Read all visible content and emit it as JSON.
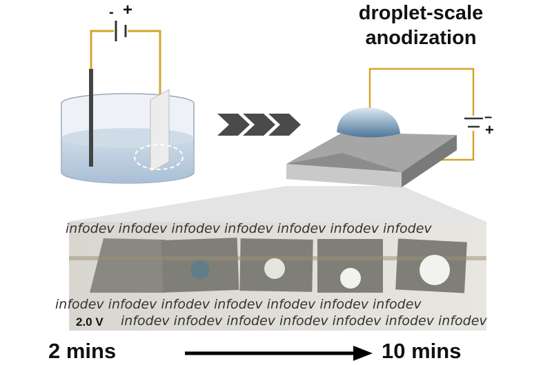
{
  "title_line1": "droplet-scale",
  "title_line2": "anodization",
  "battery_left": {
    "minus": "-",
    "plus": "+"
  },
  "battery_right": {
    "minus": "–",
    "plus": "+"
  },
  "photo": {
    "voltage_label": "2.0 V",
    "background_text": "infodev infodev infodev infodev infodev infodev infodev"
  },
  "time_start": "2 mins",
  "time_end": "10 mins",
  "colors": {
    "wire": "#d4a52a",
    "liquid": "#b9cde0",
    "plate": "#9a9a9a",
    "chevron": "#4a4a4a"
  }
}
